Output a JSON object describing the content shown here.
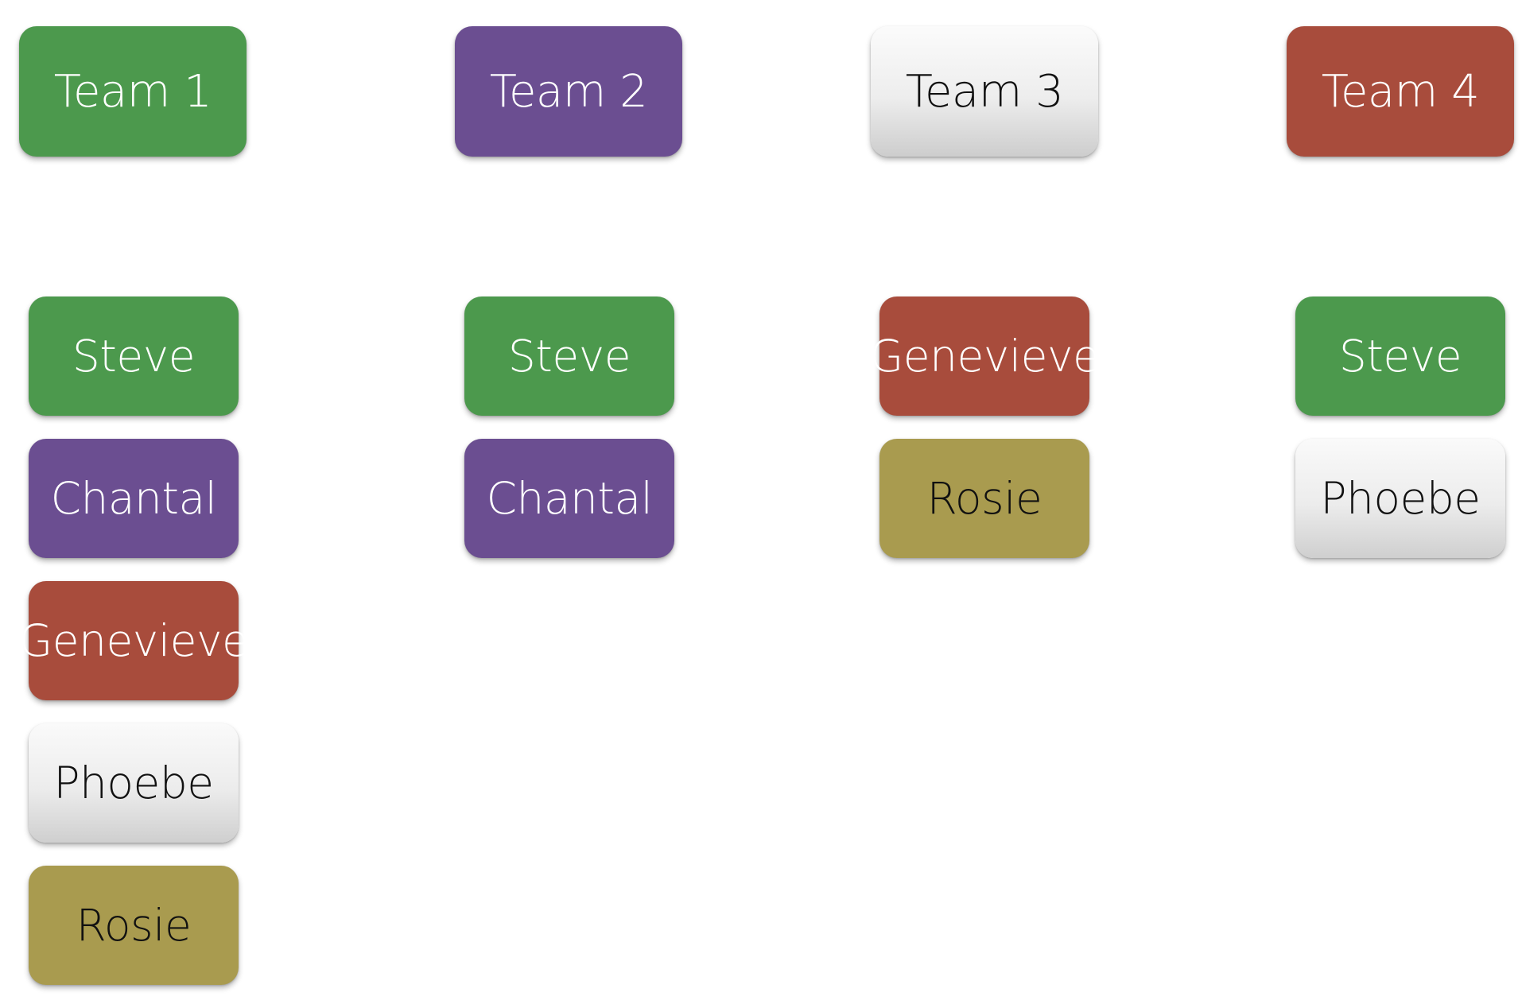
{
  "teams": [
    {
      "label": "Team 1",
      "color": "#4c994d",
      "members": [
        {
          "name": "Steve",
          "color": "#4c994d"
        },
        {
          "name": "Chantal",
          "color": "#6b4e91"
        },
        {
          "name": "Genevieve",
          "color": "#a84c3c"
        },
        {
          "name": "Phoebe",
          "color": "#e8e8e8"
        },
        {
          "name": "Rosie",
          "color": "#a99b4f"
        }
      ]
    },
    {
      "label": "Team 2",
      "color": "#6b4e91",
      "members": [
        {
          "name": "Steve",
          "color": "#4c994d"
        },
        {
          "name": "Chantal",
          "color": "#6b4e91"
        }
      ]
    },
    {
      "label": "Team 3",
      "color": "#e8e8e8",
      "members": [
        {
          "name": "Genevieve",
          "color": "#a84c3c"
        },
        {
          "name": "Rosie",
          "color": "#a99b4f"
        }
      ]
    },
    {
      "label": "Team 4",
      "color": "#a84c3c",
      "members": [
        {
          "name": "Steve",
          "color": "#4c994d"
        },
        {
          "name": "Phoebe",
          "color": "#e8e8e8"
        }
      ]
    }
  ]
}
